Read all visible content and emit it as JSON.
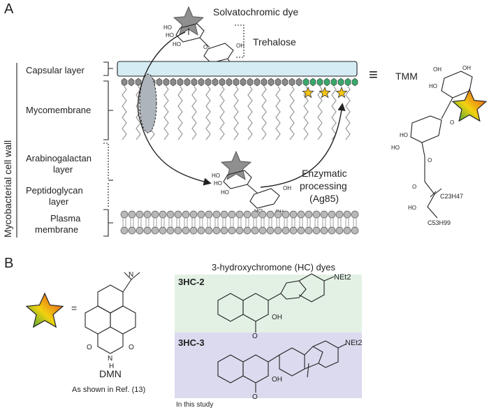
{
  "panel_a": {
    "letter": "A",
    "dye_label": "Solvatochromic dye",
    "trehalose_label": "Trehalose",
    "cell_wall_label": "Mycobacterial cell wall",
    "layers": {
      "capsular": "Capsular layer",
      "mycomembrane": "Mycomembrane",
      "arabinogalactan_1": "Arabinogalactan",
      "arabinogalactan_2": "layer",
      "peptidoglycan_1": "Peptidoglycan",
      "peptidoglycan_2": "layer",
      "plasma_1": "Plasma",
      "plasma_2": "membrane"
    },
    "enzymatic_1": "Enzymatic",
    "enzymatic_2": "processing",
    "enzymatic_3": "(Ag85)",
    "equiv_symbol": "≡",
    "tmm_label": "TMM",
    "chem_labels": {
      "oh": "OH",
      "ho": "HO",
      "o": "O",
      "c23": "C23H47",
      "c53": "C53H99"
    }
  },
  "panel_b": {
    "letter": "B",
    "equals": "=",
    "dmn_label": "DMN",
    "ref_note": "As shown in Ref. (13)",
    "hc_title": "3-hydroxychromone (HC) dyes",
    "hc2_label": "3HC-2",
    "hc3_label": "3HC-3",
    "net2": "NEt2",
    "study_note": "In this study",
    "chem": {
      "n": "N",
      "h": "H",
      "o": "O",
      "oh": "OH"
    }
  },
  "colors": {
    "capsule_fill": "#d6ecf4",
    "lipid_gray": "#8a8a8a",
    "green_head": "#3aa86b",
    "star_gold": "#f6c515",
    "hc2_bg": "#e3f1e5",
    "hc3_bg": "#dcdaef"
  }
}
